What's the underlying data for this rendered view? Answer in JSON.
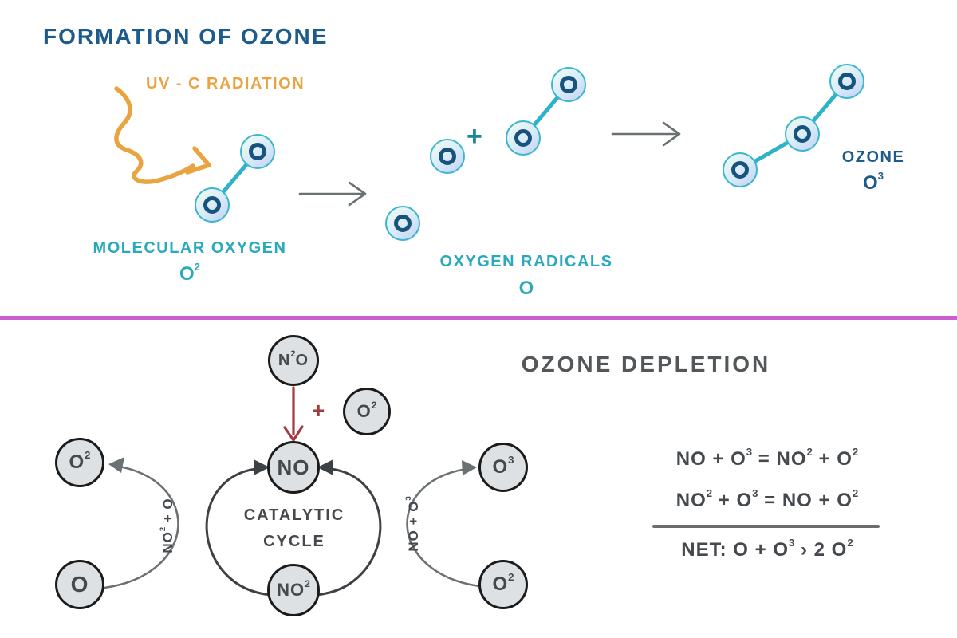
{
  "colors": {
    "title_blue": "#1d5b8b",
    "teal": "#2aa9bd",
    "teal_dark": "#1a869c",
    "orange": "#e9a440",
    "magenta_divider": "#cb5dce",
    "red": "#a23a3e",
    "arc_dark_gray": "#3d4145",
    "arrow_gray": "#6b7073",
    "node_fill": "#dee1e3",
    "node_border": "#1b1b1b",
    "node_text": "#45494d",
    "atom_border": "#3ab6cd",
    "bond_teal": "#2db3c9",
    "atom_core_blue": "#17537d",
    "depletion_title_gray": "#54575a"
  },
  "formation": {
    "title": "FORMATION OF OZONE",
    "uv_label": "UV - C RADIATION",
    "plus": "+",
    "molecular_oxygen": {
      "label": "MOLECULAR OXYGEN",
      "formula_base": "O",
      "formula_sup": "2"
    },
    "oxygen_radicals": {
      "label": "OXYGEN RADICALS",
      "formula_base": "O",
      "formula_sup": ""
    },
    "ozone": {
      "label": "OZONE",
      "formula_base": "O",
      "formula_sup": "3"
    }
  },
  "depletion": {
    "title": "OZONE DEPLETION",
    "plus": "+",
    "cycle_line1": "CATALYTIC",
    "cycle_line2": "CYCLE",
    "nodes": {
      "n2o": {
        "pre": "N",
        "sup": "2",
        "post": "O"
      },
      "o2_reactant": {
        "pre": "O",
        "sup": "2",
        "post": ""
      },
      "no": {
        "pre": "NO",
        "sup": "",
        "post": ""
      },
      "no2": {
        "pre": "NO",
        "sup": "2",
        "post": ""
      },
      "o2_top_left": {
        "pre": "O",
        "sup": "2",
        "post": ""
      },
      "o_bottom_left": {
        "pre": "O",
        "sup": "",
        "post": ""
      },
      "o3_top_right": {
        "pre": "O",
        "sup": "3",
        "post": ""
      },
      "o2_bottom_right": {
        "pre": "O",
        "sup": "2",
        "post": ""
      }
    },
    "arc_labels": {
      "left": {
        "pre": "NO",
        "sup": "2",
        "post": " + O"
      },
      "right": {
        "pre": "NO + O",
        "sup": "3",
        "post": ""
      }
    },
    "equations": {
      "eq1": {
        "s1": "NO + O",
        "sup1": "3",
        "s2": " = NO",
        "sup2": "2",
        "s3": " + O",
        "sup3": "2"
      },
      "eq2": {
        "s1": "NO",
        "sup1": "2",
        "s2": " + O",
        "sup2": "3",
        "s3": " = NO + O",
        "sup3": "2"
      },
      "net": {
        "s1": "NET: O + O",
        "sup1": "3",
        "s2": " › 2 O",
        "sup2": "2",
        "s3": "",
        "sup3": ""
      }
    }
  }
}
